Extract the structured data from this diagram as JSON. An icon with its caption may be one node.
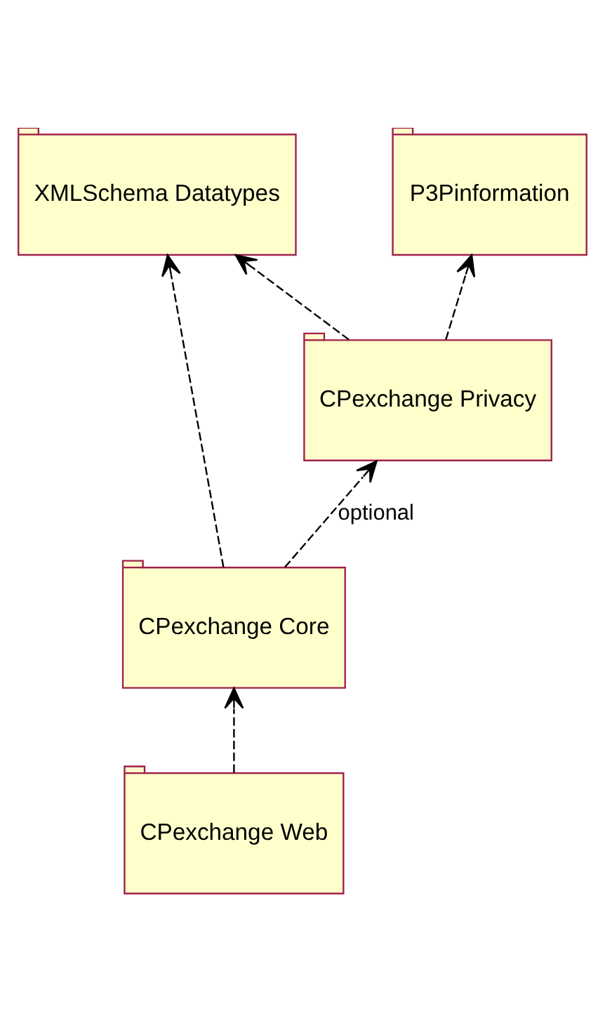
{
  "diagram": {
    "nodes": [
      {
        "text": [
          "P3Pinformation"
        ]
      },
      {
        "text": [
          "XMLSchema Datatypes"
        ]
      },
      {
        "text": [
          "CPexchange Privacy"
        ]
      },
      {
        "text": [
          "CPexchange Core"
        ]
      },
      {
        "text": [
          "CPexchange Web"
        ]
      }
    ],
    "edges": [
      {
        "from": 2,
        "to": 0,
        "arrow": "to",
        "style": "dashed"
      },
      {
        "from": 2,
        "to": 1,
        "arrow": "to",
        "style": "dashed"
      },
      {
        "from": 3,
        "to": 2,
        "arrow": "to",
        "style": "dashed",
        "label": "optional"
      },
      {
        "from": 3,
        "to": 1,
        "arrow": "to",
        "style": "dashed"
      },
      {
        "from": 4,
        "to": 3,
        "arrow": "to",
        "style": "dashed"
      }
    ]
  }
}
